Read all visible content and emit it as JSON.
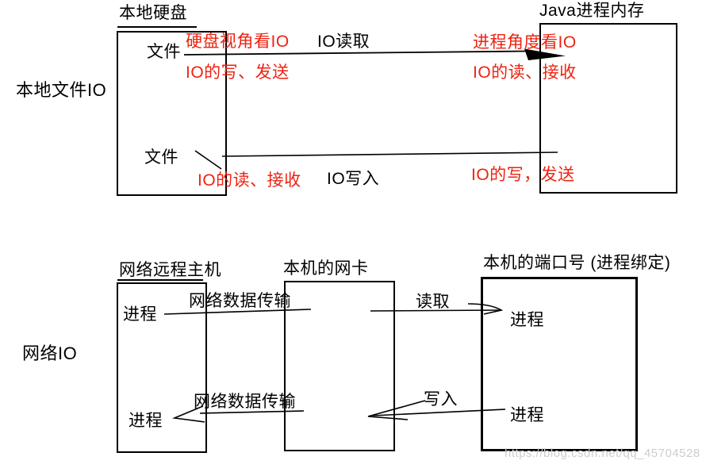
{
  "colors": {
    "annotation_red": "#ee2211",
    "line_black": "#000000",
    "watermark_gray": "#cdcdcd"
  },
  "watermark": "https://blog.csdn.net/qq_45704528",
  "local_file_io": {
    "section_label": "本地文件IO",
    "disk_box_title": "本地硬盘",
    "java_box_title": "Java进程内存",
    "file_top": "文件",
    "file_bottom": "文件",
    "io_read_label": "IO读取",
    "io_write_label": "IO写入",
    "disk_view_note": "硬盘视角看IO",
    "disk_write_send_note": "IO的写、发送",
    "process_view_note": "进程角度看IO",
    "process_read_receive_note": "IO的读、接收",
    "disk_read_receive_note": "IO的读、接收",
    "process_write_send_note": "IO的写，发送"
  },
  "network_io": {
    "section_label": "网络IO",
    "remote_host_title": "网络远程主机",
    "nic_title": "本机的网卡",
    "port_title": "本机的端口号 (进程绑定)",
    "process_remote_top": "进程",
    "process_remote_bottom": "进程",
    "process_local_top": "进程",
    "process_local_bottom": "进程",
    "net_transfer_top": "网络数据传输",
    "net_transfer_bottom": "网络数据传输",
    "read_label": "读取",
    "write_label": "写入"
  }
}
